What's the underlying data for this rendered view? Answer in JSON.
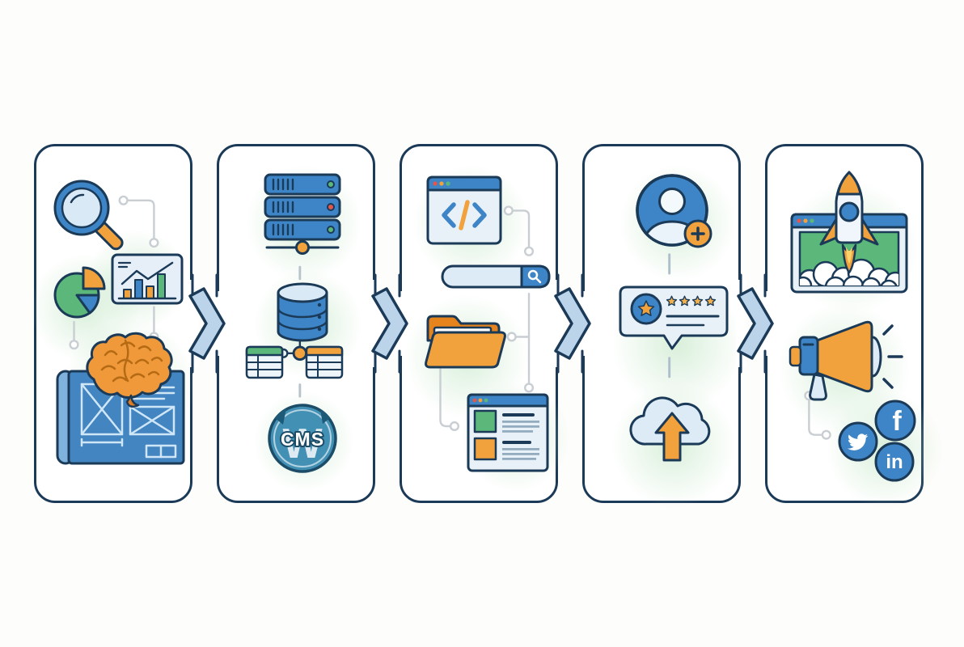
{
  "figure": {
    "type": "website-launch-process-flow-diagram",
    "background": "#fdfdfb",
    "stage_count": 5,
    "chevron_connectors": 4
  },
  "colors": {
    "outline_navy": "#1b3a58",
    "blue": "#3d85c6",
    "light_blue_fill": "#e8f1f8",
    "orange": "#f2a23c",
    "green": "#5cb87a",
    "red_dot": "#e2574c",
    "connector_gray": "#c9ced3",
    "chevron_fill": "#bcd4ea",
    "glow_green": "#bae2bd",
    "cms_globe_blue": "#4390b5"
  },
  "stages": [
    {
      "name": "research-and-planning",
      "icons": [
        "magnifying-glass",
        "pie-chart",
        "analytics-chart-card",
        "brain",
        "wireframe-blueprint"
      ]
    },
    {
      "name": "hosting-and-cms-setup",
      "icons": [
        "server-stack",
        "database-cylinder",
        "data-tables",
        "cms-globe"
      ],
      "cms_badge": {
        "glyph": "W",
        "label": "CMS"
      },
      "server_lights": [
        "green",
        "red",
        "green"
      ],
      "table_headers": [
        "green",
        "orange"
      ]
    },
    {
      "name": "site-development",
      "icons": [
        "code-editor-window",
        "search-bar",
        "file-folder",
        "webpage-layout"
      ],
      "code_glyph": "</>"
    },
    {
      "name": "users-and-reviews",
      "icons": [
        "add-user-avatar",
        "review-speech-bubble",
        "cloud-upload"
      ],
      "review": {
        "small_stars": 4,
        "big_star": 1
      }
    },
    {
      "name": "launch-and-promotion",
      "icons": [
        "rocket-launch-browser",
        "megaphone",
        "social-media-icons"
      ],
      "social": {
        "networks": [
          "twitter",
          "facebook",
          "linkedin"
        ],
        "facebook_glyph": "f",
        "linkedin_glyph": "in"
      }
    }
  ]
}
